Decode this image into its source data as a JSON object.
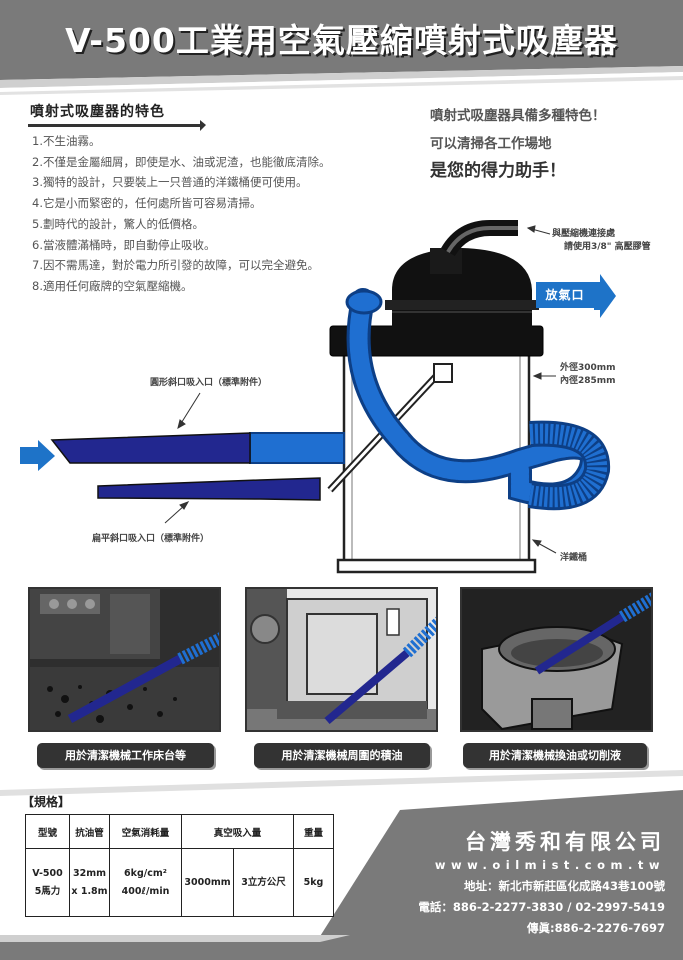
{
  "header": {
    "title": "V-500工業用空氣壓縮噴射式吸塵器"
  },
  "features": {
    "heading": "噴射式吸塵器的特色",
    "items": [
      "1.不生油霧。",
      "2.不僅是金屬細屑，即使是水、油或泥渣，也能徹底清除。",
      "3.獨特的設計，只要裝上一只普通的洋鐵桶便可使用。",
      "4.它是小而緊密的，任何處所皆可容易清掃。",
      "5.劃時代的設計，驚人的低價格。",
      "6.當液體滿桶時，即自動停止吸收。",
      "7.因不需馬達，對於電力所引發的故障，可以完全避免。",
      "8.適用任何廠牌的空氣壓縮機。"
    ]
  },
  "promo": {
    "line1": "噴射式吸塵器具備多種特色！",
    "line2": "可以清掃各工作場地",
    "line3": "是您的得力助手！"
  },
  "diagram": {
    "connect_label_1": "與壓縮機連接處",
    "connect_label_2": "請使用3/8\" 高壓膠管",
    "exhaust_label": "放氣口",
    "outer_diameter": "外徑300mm",
    "inner_diameter": "內徑285mm",
    "round_nozzle": "圓形斜口吸入口（標準附件）",
    "flat_nozzle": "扁平斜口吸入口（標準附件）",
    "bucket": "洋鐵桶"
  },
  "photos": {
    "caption_1": "用於清潔機械工作床台等",
    "caption_2": "用於清潔機械周圍的積油",
    "caption_3": "用於清潔機械換油或切削液"
  },
  "specs": {
    "heading": "【規格】",
    "headers": [
      "型號",
      "抗油管",
      "空氣消耗量",
      "真空吸入量",
      "重量"
    ],
    "model_1": "V-500",
    "model_2": "5馬力",
    "hose_1": "32mm",
    "hose_2": "x 1.8m",
    "air_1": "6kg/cm²",
    "air_2": "400ℓ/min",
    "vacuum_1": "3000mm",
    "vacuum_2": "3立方公尺",
    "weight": "5kg"
  },
  "company": {
    "name": "台灣秀和有限公司",
    "website": "www.oilmist.com.tw",
    "address": "地址：新北市新莊區化成路43巷100號",
    "phone": "電話：886-2-2277-3830 / 02-2997-5419",
    "fax": "傳眞:886-2-2276-7697"
  },
  "colors": {
    "hose_blue": "#1f6fd1",
    "nozzle_navy": "#22278f",
    "header_gray": "#7a7a7a",
    "text_dark": "#333333"
  }
}
